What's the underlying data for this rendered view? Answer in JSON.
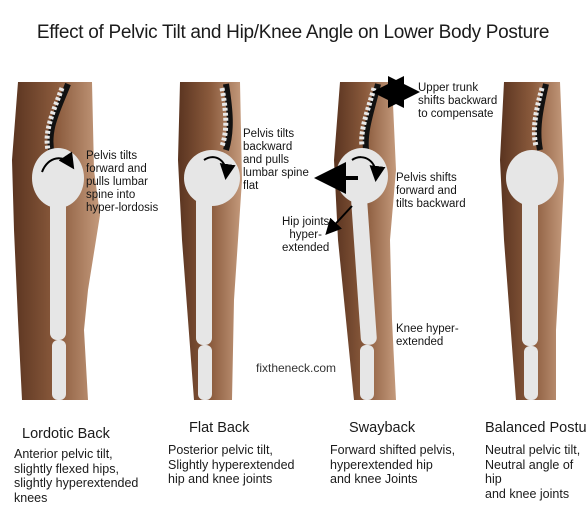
{
  "title": "Effect of Pelvic Tilt and Hip/Knee Angle on Lower Body Posture",
  "watermark": "fixtheneck.com",
  "annotations": {
    "lordotic": "Pelvis tilts\nforward and\npulls lumbar\nspine into\nhyper-lordosis",
    "flat": "Pelvis tilts\nbackward\nand pulls\nlumbar spine\nflat",
    "trunk": "Upper trunk\nshifts backward\nto compensate",
    "sway_pelvis": "Pelvis shifts\nforward and\ntilts backward",
    "hip": "Hip joints\nhyper-\nextended",
    "knee": "Knee hyper-\nextended"
  },
  "postures": [
    {
      "name": "Lordotic Back",
      "description": "Anterior pelvic tilt,\nslightly flexed hips,\nslightly hyperextended\nknees"
    },
    {
      "name": "Flat Back",
      "description": "Posterior pelvic tilt,\nSlightly hyperextended\nhip and knee joints"
    },
    {
      "name": "Swayback",
      "description": "Forward shifted pelvis,\nhyperextended hip\nand knee Joints"
    },
    {
      "name": "Balanced Posture",
      "description": "Neutral pelvic tilt,\nNeutral angle of hip\nand knee  joints"
    }
  ],
  "colors": {
    "skin_dark": "#6f4228",
    "skin_mid": "#9a6a4a",
    "skin_light": "#c9a58a",
    "bone": "#e6e6e6",
    "arrow": "#000000"
  }
}
